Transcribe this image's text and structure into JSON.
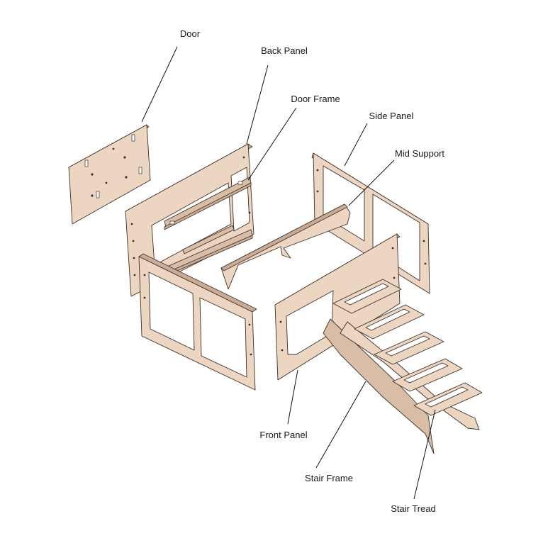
{
  "labels": {
    "door": "Door",
    "back_panel": "Back Panel",
    "door_frame": "Door Frame",
    "side_panel": "Side Panel",
    "mid_support": "Mid Support",
    "front_panel": "Front Panel",
    "stair_frame": "Stair Frame",
    "stair_tread": "Stair Tread"
  },
  "colors": {
    "plywood": "#ecd5c1",
    "plywood_shade": "#d8bea6",
    "outline": "#3c3028"
  }
}
